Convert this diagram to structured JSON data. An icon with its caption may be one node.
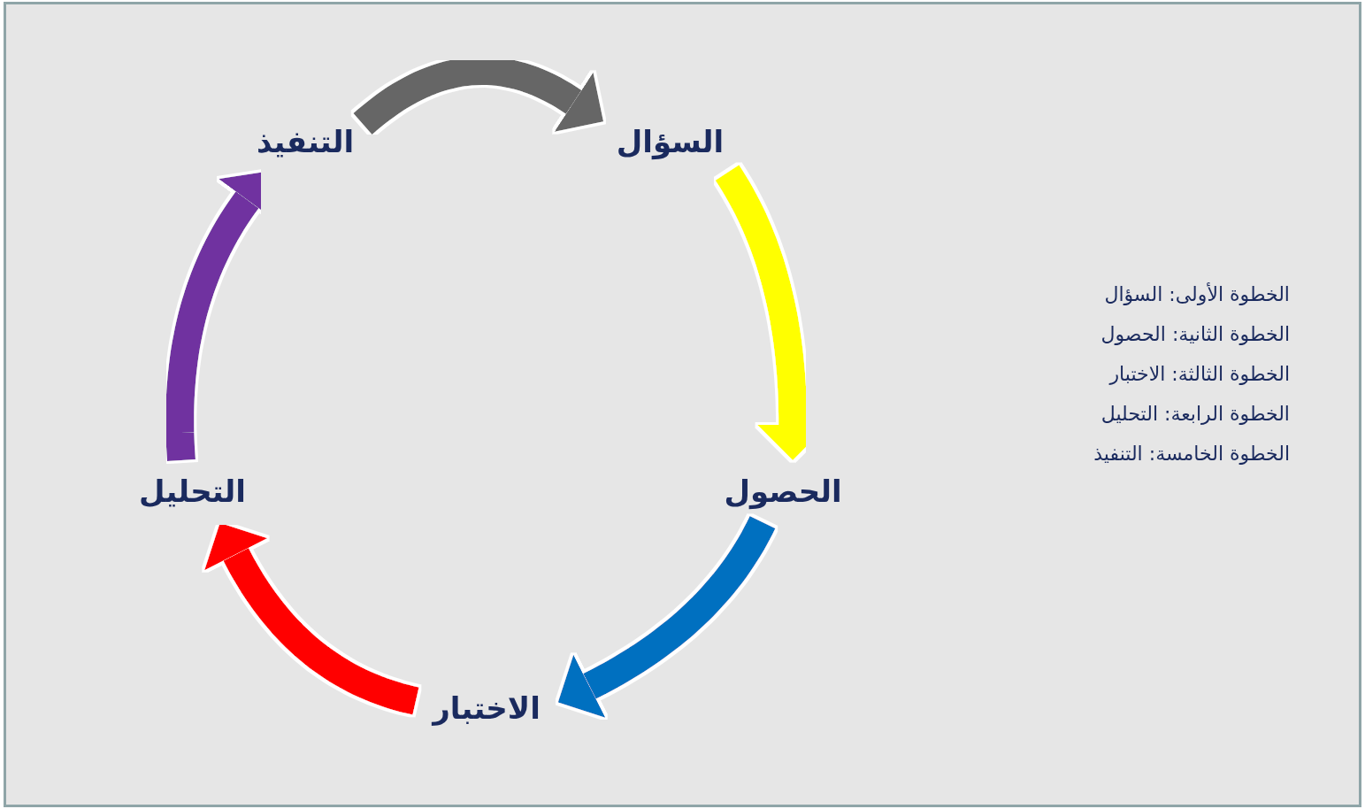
{
  "diagram": {
    "nodes": [
      {
        "text": [
          "السؤال"
        ]
      },
      {
        "text": [
          "الحصول"
        ]
      },
      {
        "text": [
          "الاختبار"
        ]
      },
      {
        "text": [
          "التحليل"
        ]
      },
      {
        "text": [
          "التنفيذ"
        ]
      }
    ],
    "edges": [
      {
        "from": 4,
        "to": 0,
        "arrow": "to",
        "color": "#666666"
      },
      {
        "from": 0,
        "to": 1,
        "arrow": "to",
        "color": "#ffff00"
      },
      {
        "from": 1,
        "to": 2,
        "arrow": "to",
        "color": "#0070c0"
      },
      {
        "from": 2,
        "to": 3,
        "arrow": "to",
        "color": "#ff0000"
      },
      {
        "from": 3,
        "to": 4,
        "arrow": "to",
        "color": "#7030a0"
      }
    ],
    "labels": [
      "الخطوة الأولى: السؤال",
      "الخطوة الثانية: الحصول",
      "الخطوة الثالثة: الاختبار",
      "الخطوة الرابعة: التحليل",
      "الخطوة الخامسة: التنفيذ"
    ]
  }
}
